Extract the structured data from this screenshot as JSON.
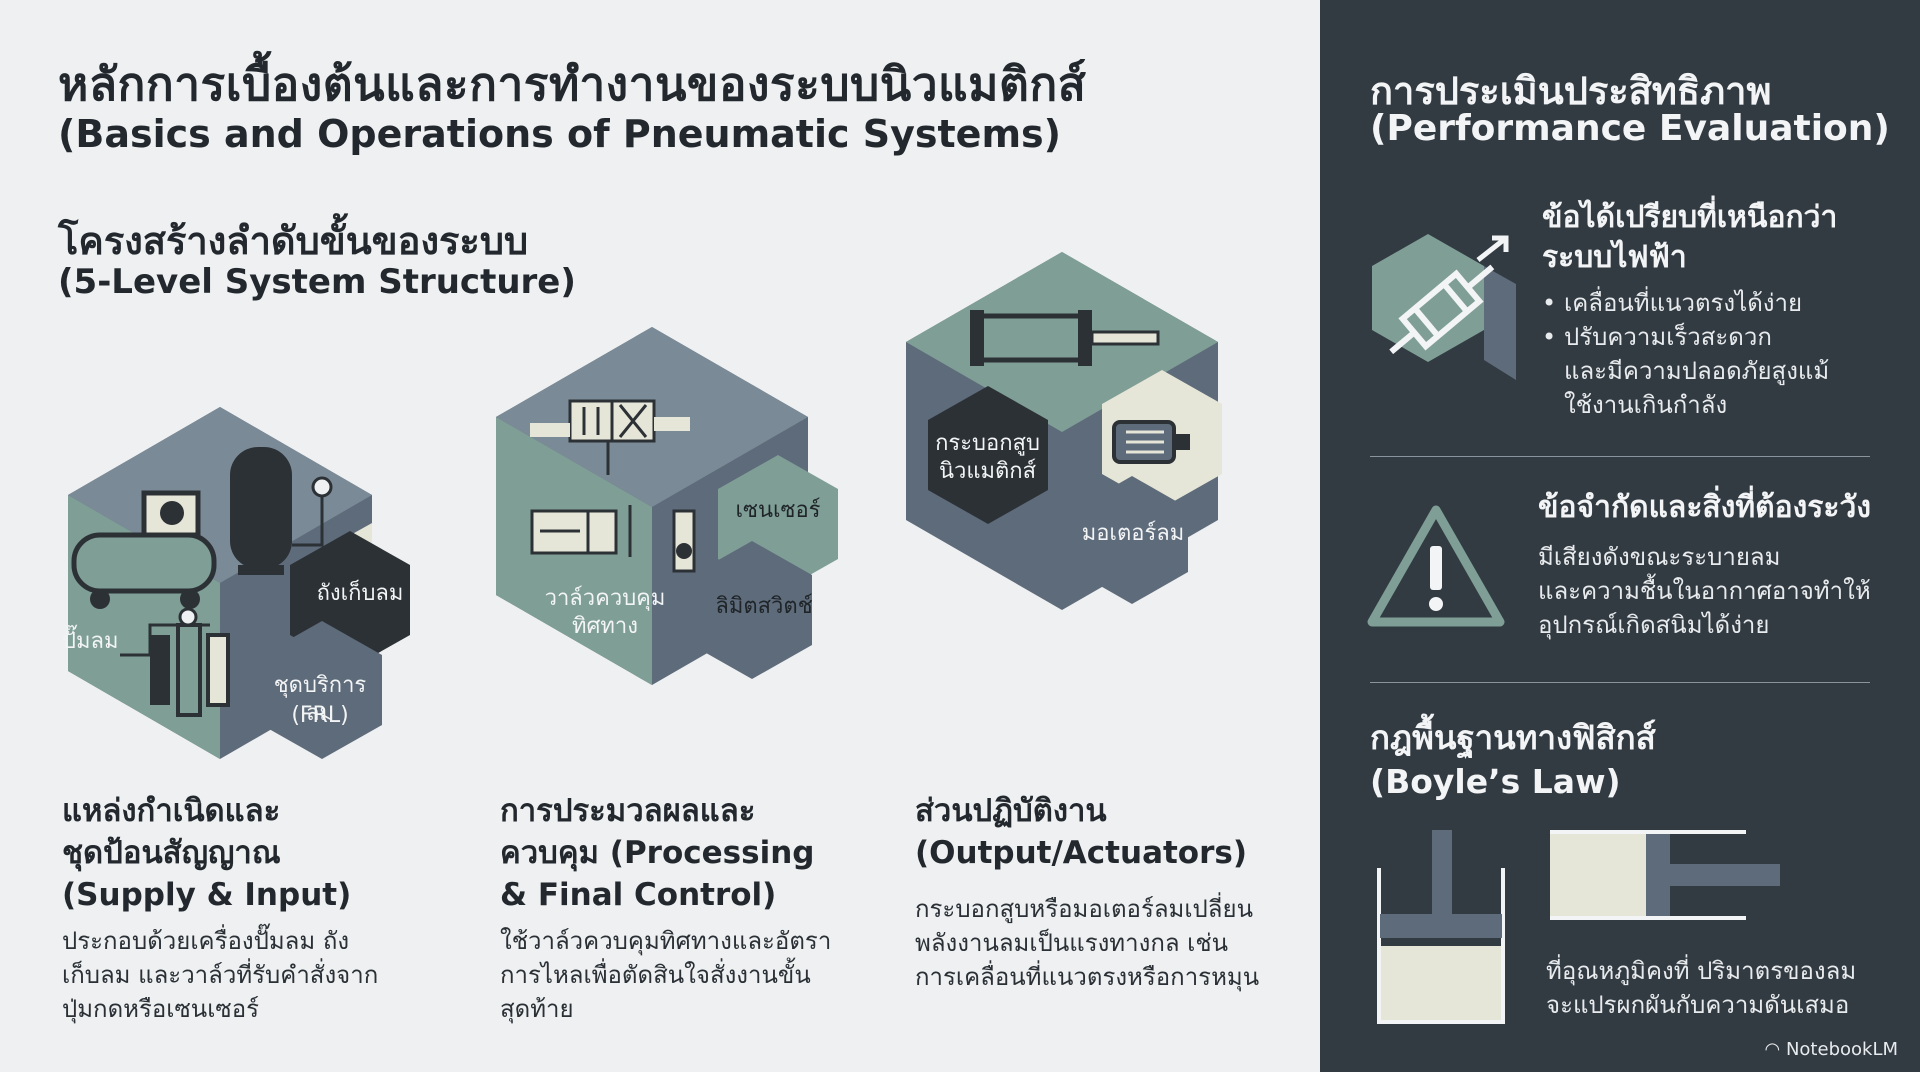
{
  "header": {
    "title_th": "หลักการเบื้องต้นและการทำงานของระบบนิวแมติกส์",
    "title_en": "(Basics and Operations of Pneumatic Systems)"
  },
  "structure": {
    "title_th": "โครงสร้างลำดับขั้นของระบบ",
    "title_en": "(5-Level System Structure)"
  },
  "hex_labels": {
    "pump": "ปั๊มลม",
    "tank": "ถังเก็บลม",
    "frl_line1": "ชุดบริการลม",
    "frl_line2": "(FRL)",
    "valve_line1": "วาล์วควบคุม",
    "valve_line2": "ทิศทาง",
    "sensor": "เซนเซอร์",
    "limit": "ลิมิตสวิตช์",
    "cylinder_line1": "กระบอกสูบ",
    "cylinder_line2": "นิวแมติกส์",
    "motor": "มอเตอร์ลม"
  },
  "columns": [
    {
      "heading_lines": [
        "แหล่งกำเนิดและ",
        "ชุดป้อนสัญญาณ",
        "(Supply & Input)"
      ],
      "body_lines": [
        "ประกอบด้วยเครื่องปั๊มลม ถัง",
        "เก็บลม และวาล์วที่รับคำสั่งจาก",
        "ปุ่มกดหรือเซนเซอร์"
      ]
    },
    {
      "heading_lines": [
        "การประมวลผลและ",
        "ควบคุม (Processing",
        "& Final Control)"
      ],
      "body_lines": [
        "ใช้วาล์วควบคุมทิศทางและอัตรา",
        "การไหลเพื่อตัดสินใจสั่งงานขั้น",
        "สุดท้าย"
      ]
    },
    {
      "heading_lines": [
        "ส่วนปฏิบัติงาน",
        "(Output/Actuators)"
      ],
      "body_lines": [
        "กระบอกสูบหรือมอเตอร์ลมเปลี่ยน",
        "พลังงานลมเป็นแรงทางกล เช่น",
        "การเคลื่อนที่แนวตรงหรือการหมุน"
      ]
    }
  ],
  "evaluation": {
    "title_th": "การประเมินประสิทธิภาพ",
    "title_en": "(Performance Evaluation)",
    "advantages": {
      "heading_lines": [
        "ข้อได้เปรียบที่เหนือกว่า",
        "ระบบไฟฟ้า"
      ],
      "items": [
        [
          "เคลื่อนที่แนวตรงได้ง่าย"
        ],
        [
          "ปรับความเร็วสะดวก",
          "และมีความปลอดภัยสูงแม้",
          "ใช้งานเกินกำลัง"
        ]
      ]
    },
    "limitations": {
      "heading": "ข้อจำกัดและสิ่งที่ต้องระวัง",
      "body_lines": [
        "มีเสียงดังขณะระบายลม",
        "และความชื้นในอากาศอาจทำให้",
        "อุปกรณ์เกิดสนิมได้ง่าย"
      ]
    },
    "boyle": {
      "heading_lines": [
        "กฎพื้นฐานทางฟิสิกส์",
        "(Boyle’s Law)"
      ],
      "body_lines": [
        "ที่อุณหภูมิคงที่ ปริมาตรของลม",
        "จะแปรผกผันกับความดันเสมอ"
      ]
    }
  },
  "brand": "NotebookLM",
  "colors": {
    "slate": "#5e6b7a",
    "teal": "#7f9e96",
    "dark": "#2c3136",
    "cream": "#e6e6d8",
    "panel": "#323a42"
  }
}
